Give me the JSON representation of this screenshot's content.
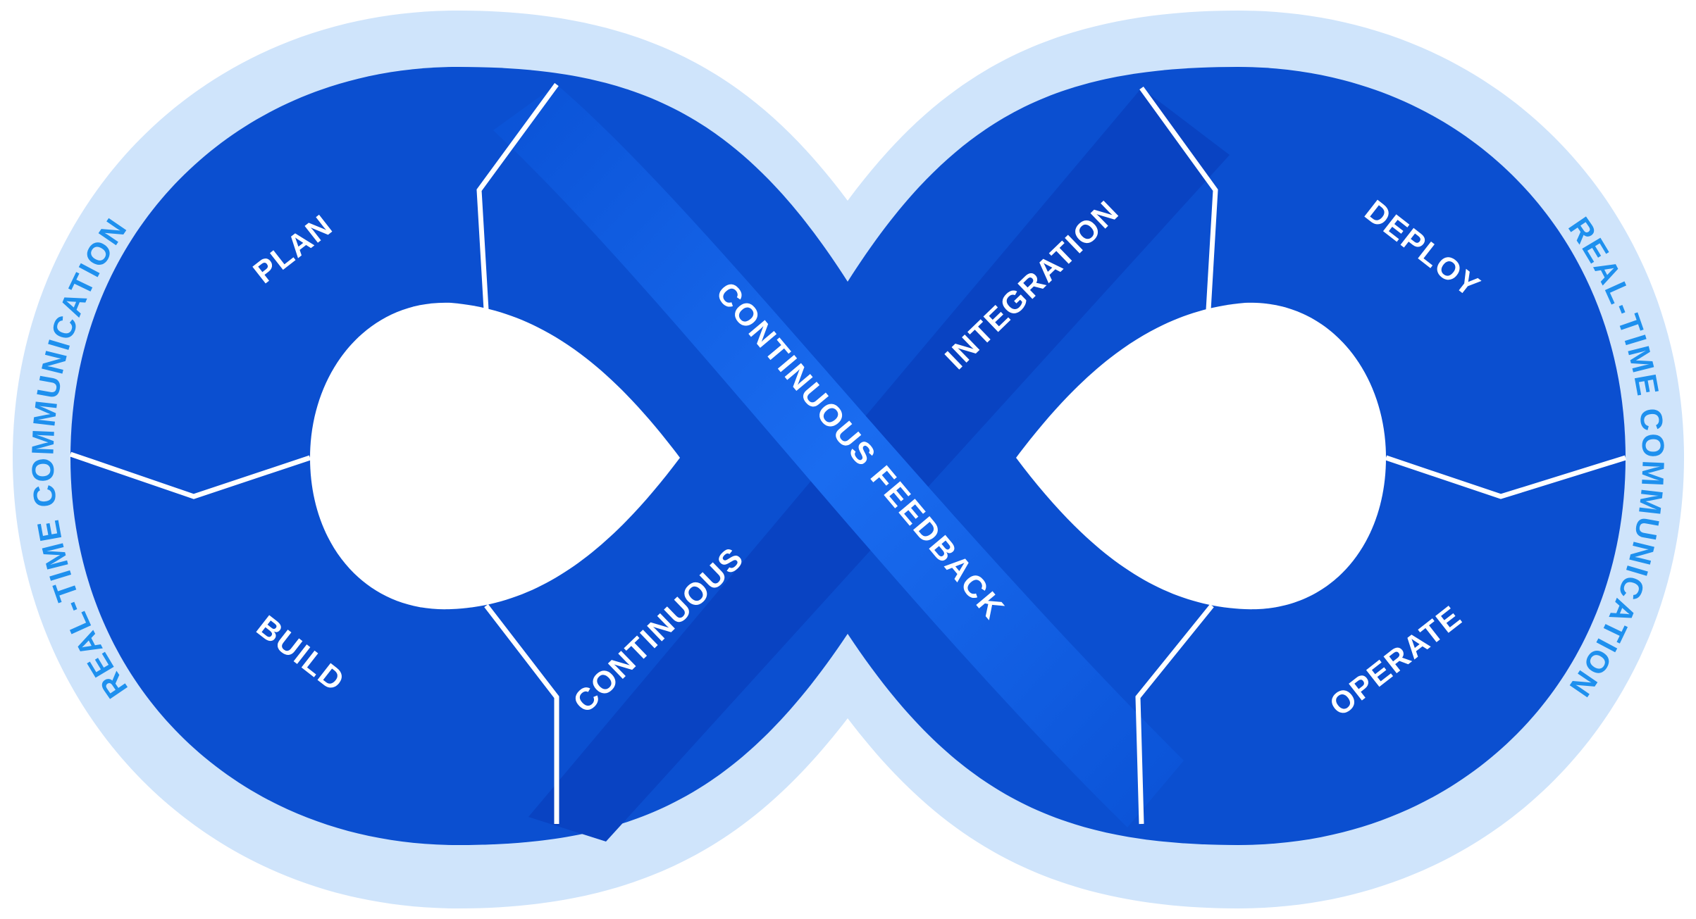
{
  "diagram": {
    "colors": {
      "halo": "#cfe4fb",
      "segment": "#0b4fd0",
      "belt_light": "#1a6cf0",
      "belt_shadow": "#0943c2",
      "divider": "#ffffff",
      "ring_text": "#1e90ee"
    },
    "left_loop": {
      "plan": "PLAN",
      "build": "BUILD",
      "continuous": "CONTINUOUS"
    },
    "right_loop": {
      "integration": "INTEGRATION",
      "deploy": "DEPLOY",
      "operate": "OPERATE"
    },
    "feedback_belt": "CONTINUOUS FEEDBACK",
    "ring_left": "REAL-TIME COMMUNICATION",
    "ring_right": "REAL-TIME COMMUNICATION"
  }
}
